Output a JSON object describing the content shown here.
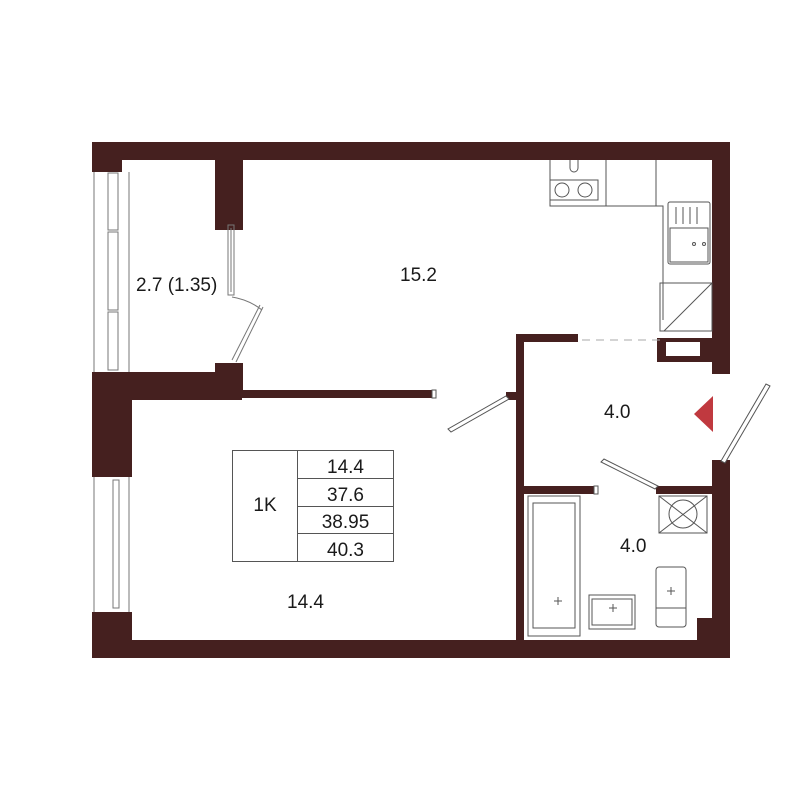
{
  "plan": {
    "wall_color": "#45201f",
    "line_color": "#555555",
    "entrance_marker_color": "#c0393f",
    "rooms": [
      {
        "id": "balcony",
        "area_label": "2.7 (1.35)"
      },
      {
        "id": "kitchen-living",
        "area_label": "15.2"
      },
      {
        "id": "hallway",
        "area_label": "4.0"
      },
      {
        "id": "bathroom",
        "area_label": "4.0"
      },
      {
        "id": "bedroom",
        "area_label": "14.4"
      }
    ],
    "summary": {
      "type": "1K",
      "values": [
        "14.4",
        "37.6",
        "38.95",
        "40.3"
      ]
    }
  }
}
